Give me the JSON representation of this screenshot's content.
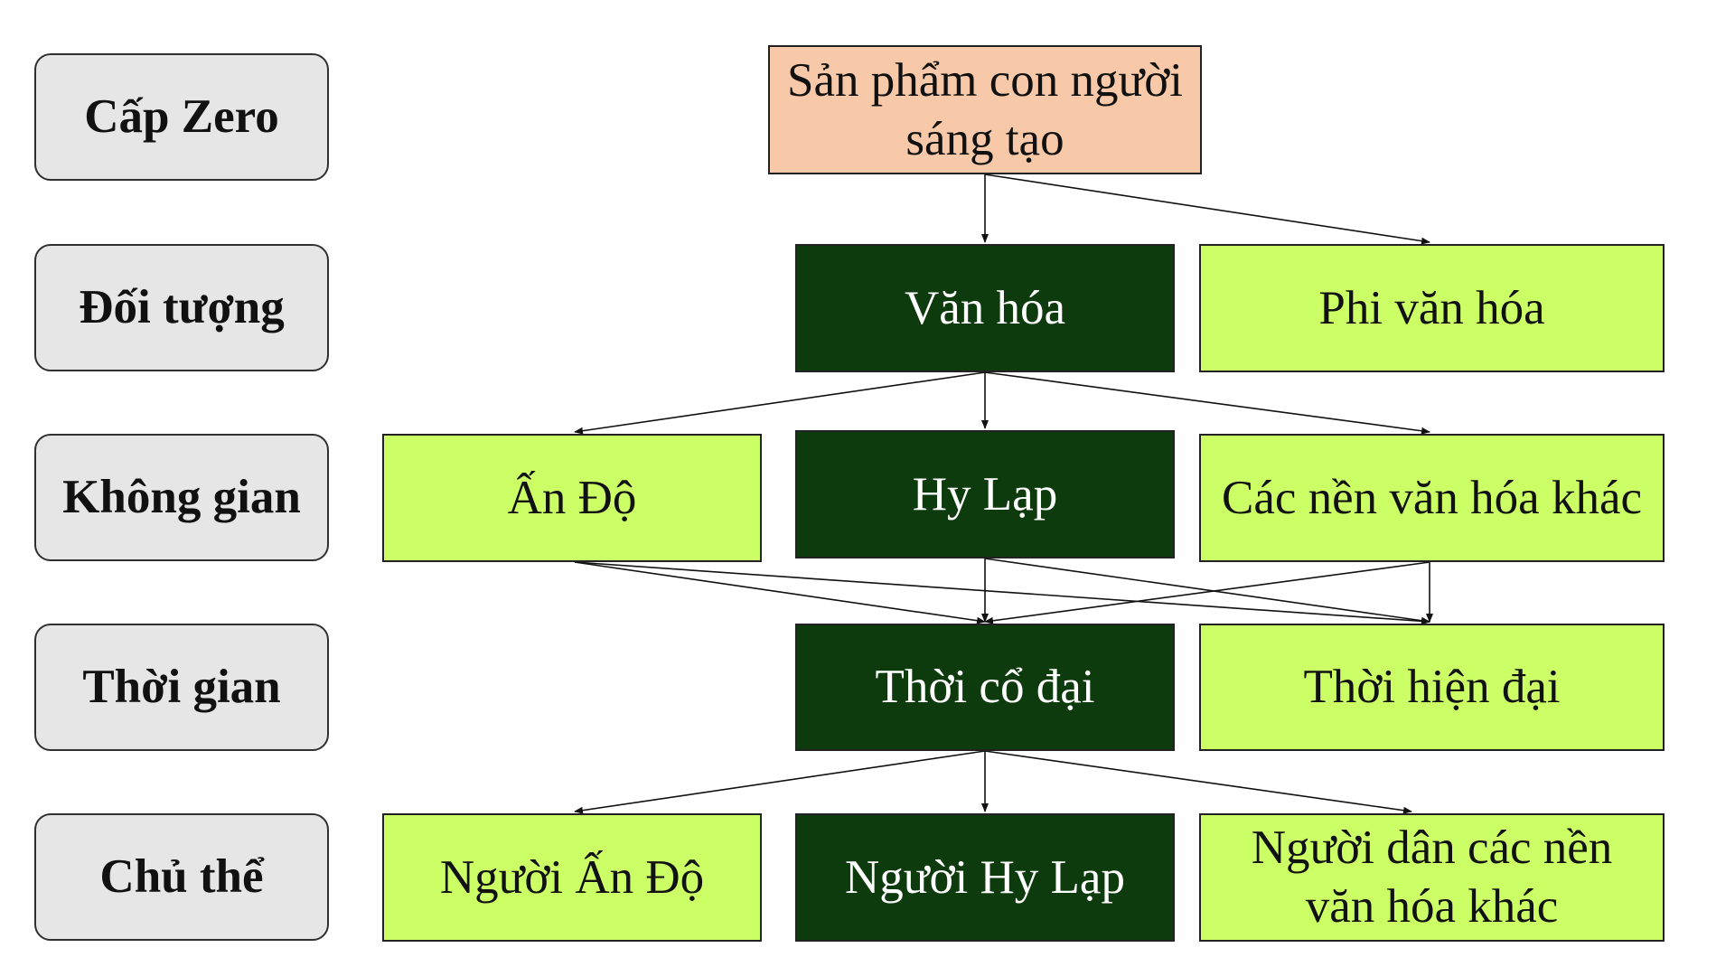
{
  "levels": {
    "zero": "Cấp Zero",
    "object": "Đối tượng",
    "space": "Không gian",
    "time": "Thời gian",
    "subject": "Chủ thể"
  },
  "nodes": {
    "root": "Sản phẩm con người sáng tạo",
    "culture": "Văn hóa",
    "non_culture": "Phi văn hóa",
    "india": "Ấn Độ",
    "greece": "Hy Lạp",
    "other_cultures": "Các nền văn hóa khác",
    "ancient": "Thời cổ đại",
    "modern": "Thời hiện đại",
    "indian_people": "Người Ấn Độ",
    "greek_people": "Người Hy Lạp",
    "other_people": "Người dân các nền văn hóa khác"
  },
  "colors": {
    "root_fill": "#f8c9a8",
    "highlight_fill": "#0d3b0d",
    "option_fill": "#ccff66",
    "level_fill": "#e6e6e6"
  }
}
